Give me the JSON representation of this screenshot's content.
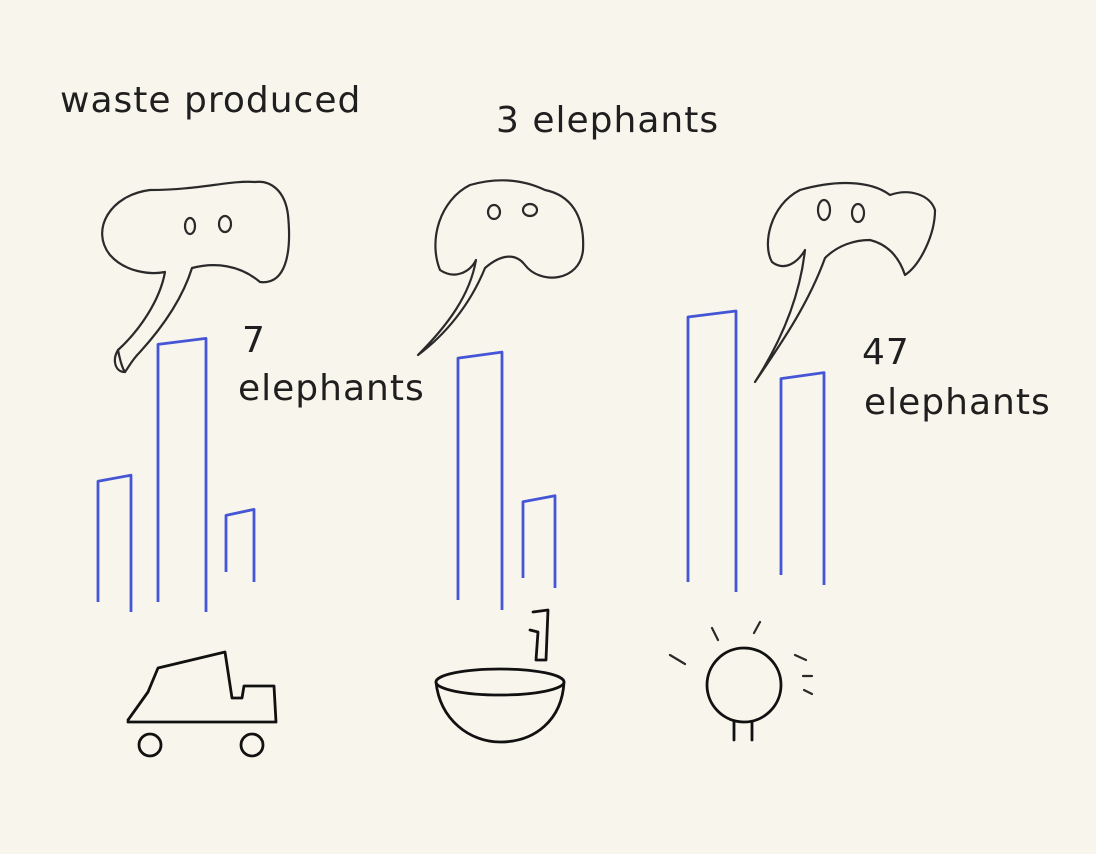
{
  "chart_data": {
    "type": "bar",
    "title": "waste produced",
    "bar_color": "#4456d6",
    "groups": [
      {
        "icon": "truck-icon",
        "label_number": "7",
        "label_unit": "elephants",
        "values": [
          40,
          80,
          30
        ]
      },
      {
        "icon": "toilet-icon",
        "label_number": "3",
        "label_unit": "elephants",
        "values": [
          76,
          34
        ]
      },
      {
        "icon": "lightbulb-icon",
        "label_number": "47",
        "label_unit": "elephants",
        "values": [
          88,
          70
        ]
      }
    ],
    "ylim": [
      0,
      100
    ]
  }
}
